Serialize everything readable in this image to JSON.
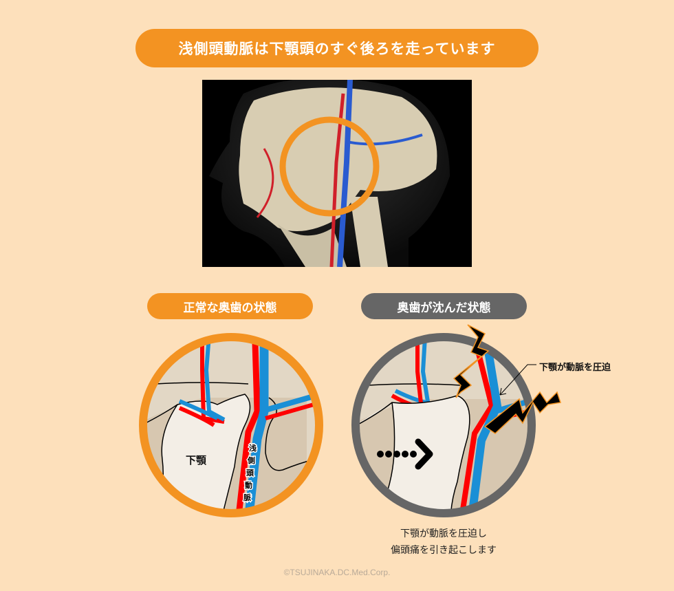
{
  "header": {
    "title": "浅側頭動脈は下顎頭のすぐ後ろを走っています"
  },
  "panels": {
    "normal": {
      "label": "正常な奥歯の状態",
      "jaw_label": "下顎",
      "artery_label": [
        "浅",
        "側",
        "頭",
        "動",
        "脈"
      ]
    },
    "sunk": {
      "label": "奥歯が沈んだ状態",
      "callout": "下顎が動脈を圧迫",
      "caption_line1": "下顎が動脈を圧迫し",
      "caption_line2": "偏頭痛を引き起こします"
    }
  },
  "footer": {
    "copyright": "©TSUJINAKA.DC.Med.Corp."
  },
  "colors": {
    "background": "#fde0bb",
    "accent": "#f39322",
    "gray": "#666666",
    "artery": "#ff1a1a",
    "vein": "#1a8fd6",
    "bone": "#f3eee6"
  }
}
